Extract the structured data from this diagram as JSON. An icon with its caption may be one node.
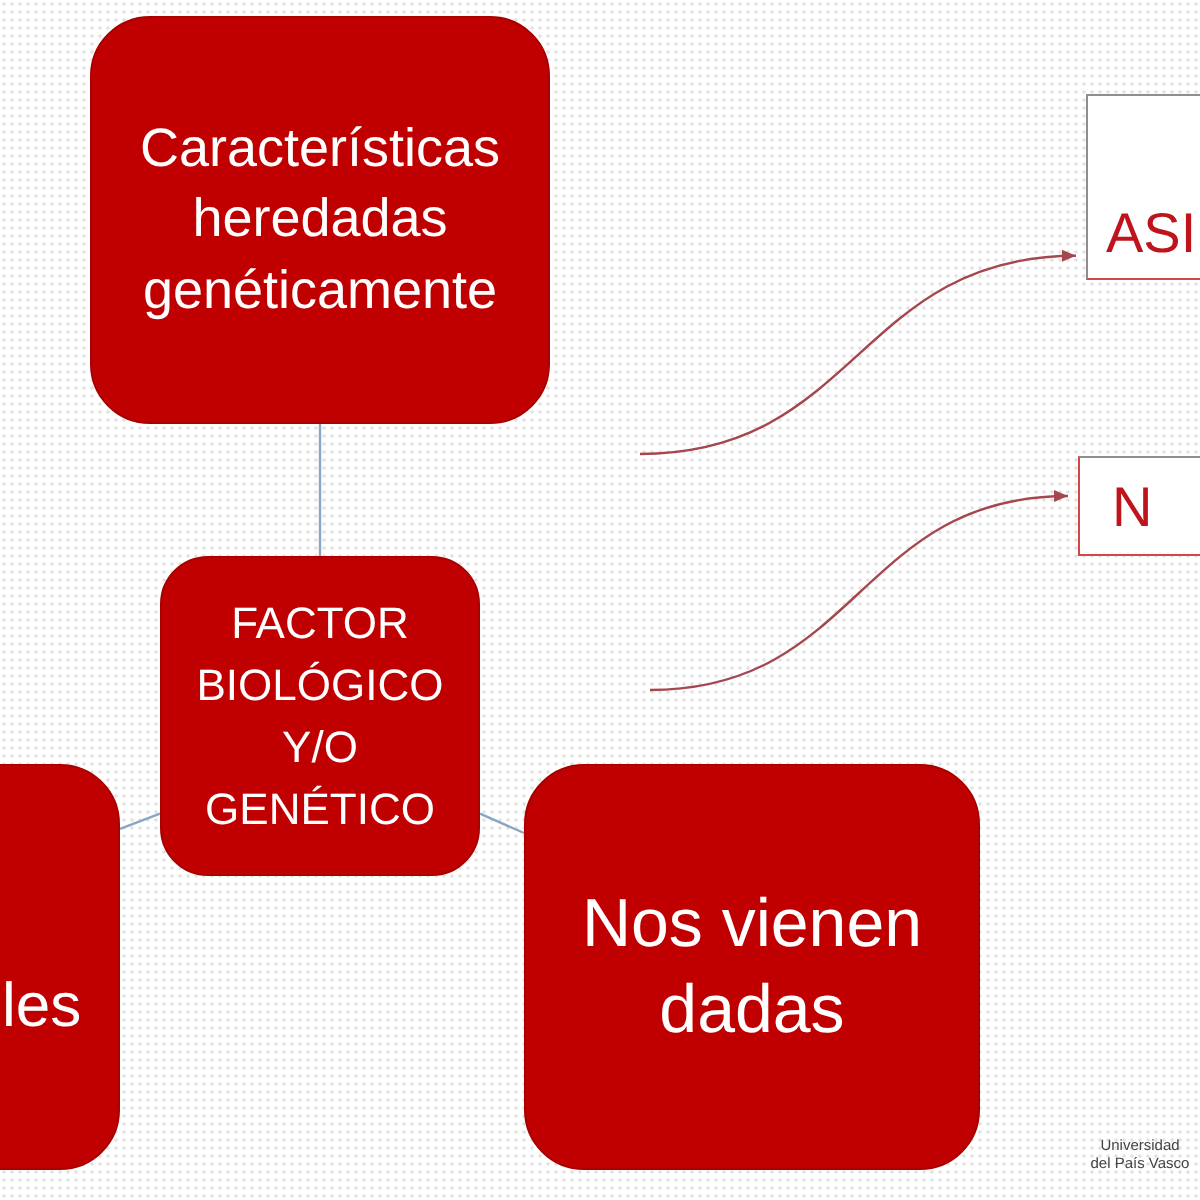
{
  "diagram": {
    "nodes": [
      {
        "text": [
          "Características heredadas genéticamente"
        ]
      },
      {
        "text": [
          "FACTOR BIOLÓGICO Y/O GENÉTICO"
        ]
      },
      {
        "text": [
          "les"
        ]
      },
      {
        "text": [
          "Nos vienen dadas"
        ]
      },
      {
        "text": [
          "ASI"
        ]
      },
      {
        "text": [
          "N"
        ]
      }
    ],
    "edges": [
      {
        "from": 0,
        "to": 1,
        "arrow": "none"
      },
      {
        "from": 1,
        "to": 2,
        "arrow": "none"
      },
      {
        "from": 1,
        "to": 3,
        "arrow": "none"
      },
      {
        "from": null,
        "to": 4,
        "arrow": "to",
        "color": "#a4474f"
      },
      {
        "from": null,
        "to": 5,
        "arrow": "to",
        "color": "#a4474f"
      }
    ],
    "labels": [
      "Universidad del País Vasco"
    ]
  }
}
